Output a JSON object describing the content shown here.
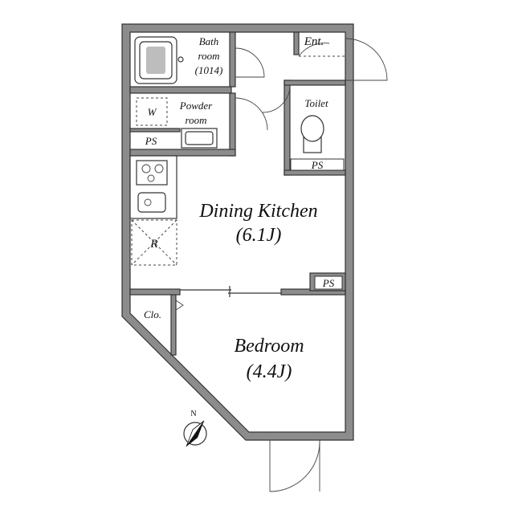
{
  "rooms": {
    "bath": {
      "line1": "Bath",
      "line2": "room",
      "line3": "(1014)"
    },
    "entrance": {
      "label": "Ent."
    },
    "toilet": {
      "label": "Toilet"
    },
    "powder": {
      "line1": "Powder",
      "line2": "room",
      "washer": "W"
    },
    "ps_labels": [
      "PS",
      "PS",
      "PS"
    ],
    "dining_kitchen": {
      "name": "Dining Kitchen",
      "size": "(6.1J)"
    },
    "fridge": {
      "label": "R"
    },
    "closet": {
      "label": "Clo."
    },
    "bedroom": {
      "name": "Bedroom",
      "size": "(4.4J)"
    }
  },
  "compass": {
    "north_label": "N"
  }
}
